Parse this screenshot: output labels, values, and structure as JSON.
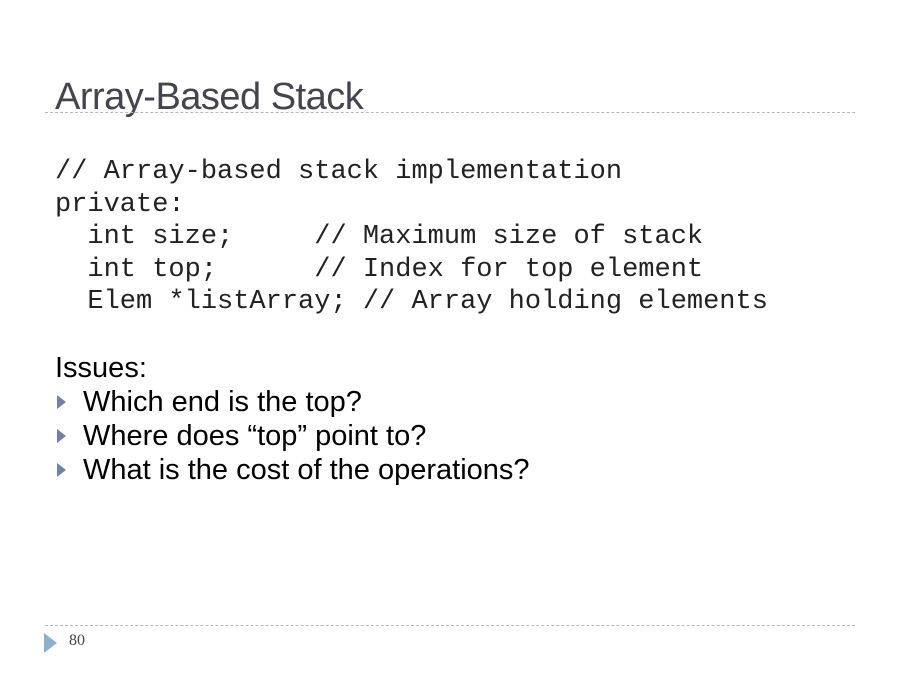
{
  "slide": {
    "title": "Array-Based Stack",
    "code_lines": [
      "// Array-based stack implementation",
      "private:",
      "  int size;     // Maximum size of stack",
      "  int top;      // Index for top element",
      "  Elem *listArray; // Array holding elements"
    ],
    "issues_heading": "Issues:",
    "bullets": [
      "Which end is the top?",
      "Where does “top” point to?",
      "What is the cost of the operations?"
    ],
    "page_number": "80",
    "colors": {
      "title": "#44444f",
      "bullet_marker": "#7280a8",
      "footer_marker": "#8fb0cc",
      "rule": "#b8b8b8"
    }
  }
}
